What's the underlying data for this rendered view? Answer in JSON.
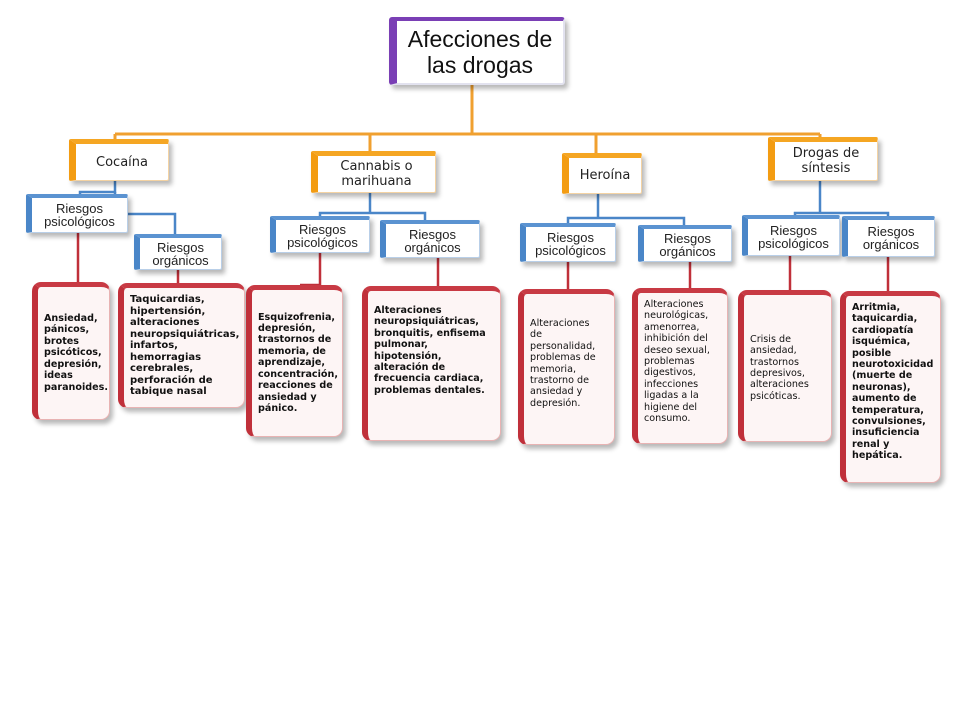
{
  "root": {
    "label": "Afecciones de las drogas"
  },
  "colors": {
    "root": "#7a3fb5",
    "category": "#f39c12",
    "risk": "#4a86c8",
    "detail": "#c0303a"
  },
  "categories": [
    {
      "label": "Cocaína",
      "psych": {
        "label": "Riesgos psicológicos",
        "detail": "Ansiedad,\npánicos,\nbrotes\npsicóticos,\ndepresión,\nideas\nparanoides."
      },
      "organic": {
        "label": "Riesgos orgánicos",
        "detail": "Taquicardias,\nhipertensión,\nalteraciones\nneuropsiquiátricas,\ninfartos,\nhemorragias\ncerebrales,\nperforación de\ntabique nasal"
      }
    },
    {
      "label": "Cannabis o marihuana",
      "psych": {
        "label": "Riesgos psicológicos",
        "detail": "Esquizofrenia,\ndepresión,\ntrastornos de\nmemoria,  de\naprendizaje,\nconcentración,\nreacciones de\nansiedad y\npánico."
      },
      "organic": {
        "label": "Riesgos orgánicos",
        "detail": "Alteraciones\nneuropsiquiátricas,\nbronquitis, enfisema\npulmonar,\nhipotensión,\nalteración de\nfrecuencia cardiaca,\nproblemas dentales."
      }
    },
    {
      "label": "Heroína",
      "psych": {
        "label": "Riesgos psicológicos",
        "detail": "Alteraciones\nde\npersonalidad,\nproblemas de\nmemoria,\ntrastorno de\nansiedad y\ndepresión."
      },
      "organic": {
        "label": "Riesgos orgánicos",
        "detail": "Alteraciones\nneurológicas,\namenorrea,\ninhibición del\ndeseo sexual,\nproblemas\ndigestivos,\ninfecciones\nligadas a la\nhigiene del\nconsumo."
      }
    },
    {
      "label": "Drogas de síntesis",
      "psych": {
        "label": "Riesgos psicológicos",
        "detail": "Crisis de\nansiedad,\ntrastornos\ndepresivos,\nalteraciones\npsicóticas."
      },
      "organic": {
        "label": "Riesgos orgánicos",
        "detail": "Arritmia,\ntaquicardia,\ncardiopatía\nisquémica,\nposible\nneurotoxicidad\n(muerte de\nneuronas),\naumento de\ntemperatura,\nconvulsiones,\ninsuficiencia\nrenal y\nhepática."
      }
    }
  ]
}
